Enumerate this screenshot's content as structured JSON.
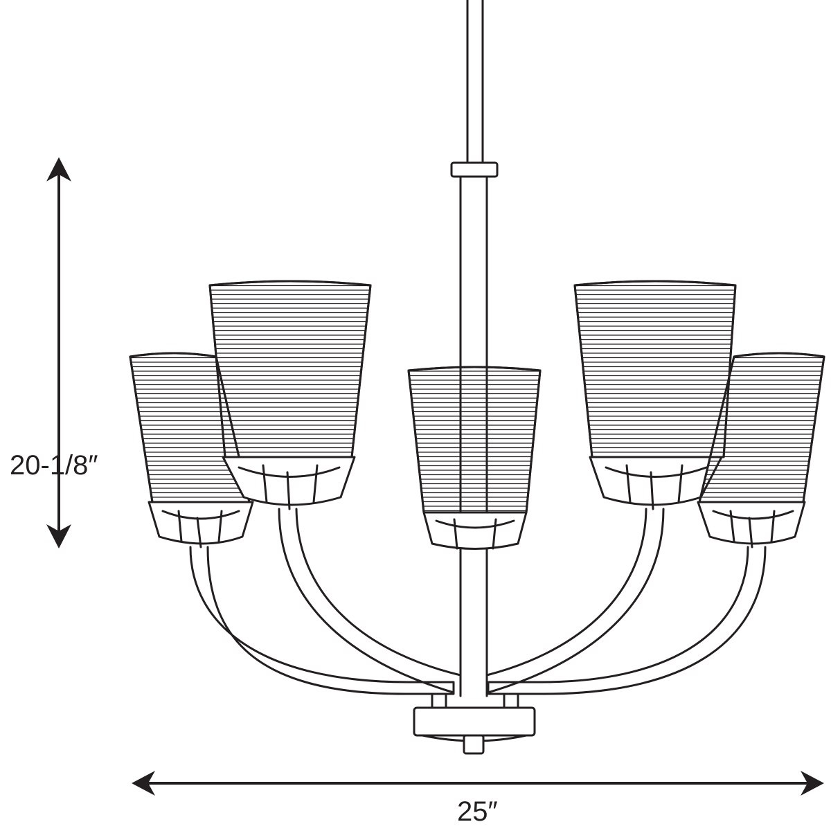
{
  "dimensions": {
    "height": "20-1/8″",
    "width": "25″"
  },
  "fixture": {
    "arm_count": 5,
    "shade_style": "ribbed-glass"
  },
  "colors": {
    "line": "#231f20",
    "background": "#ffffff"
  }
}
